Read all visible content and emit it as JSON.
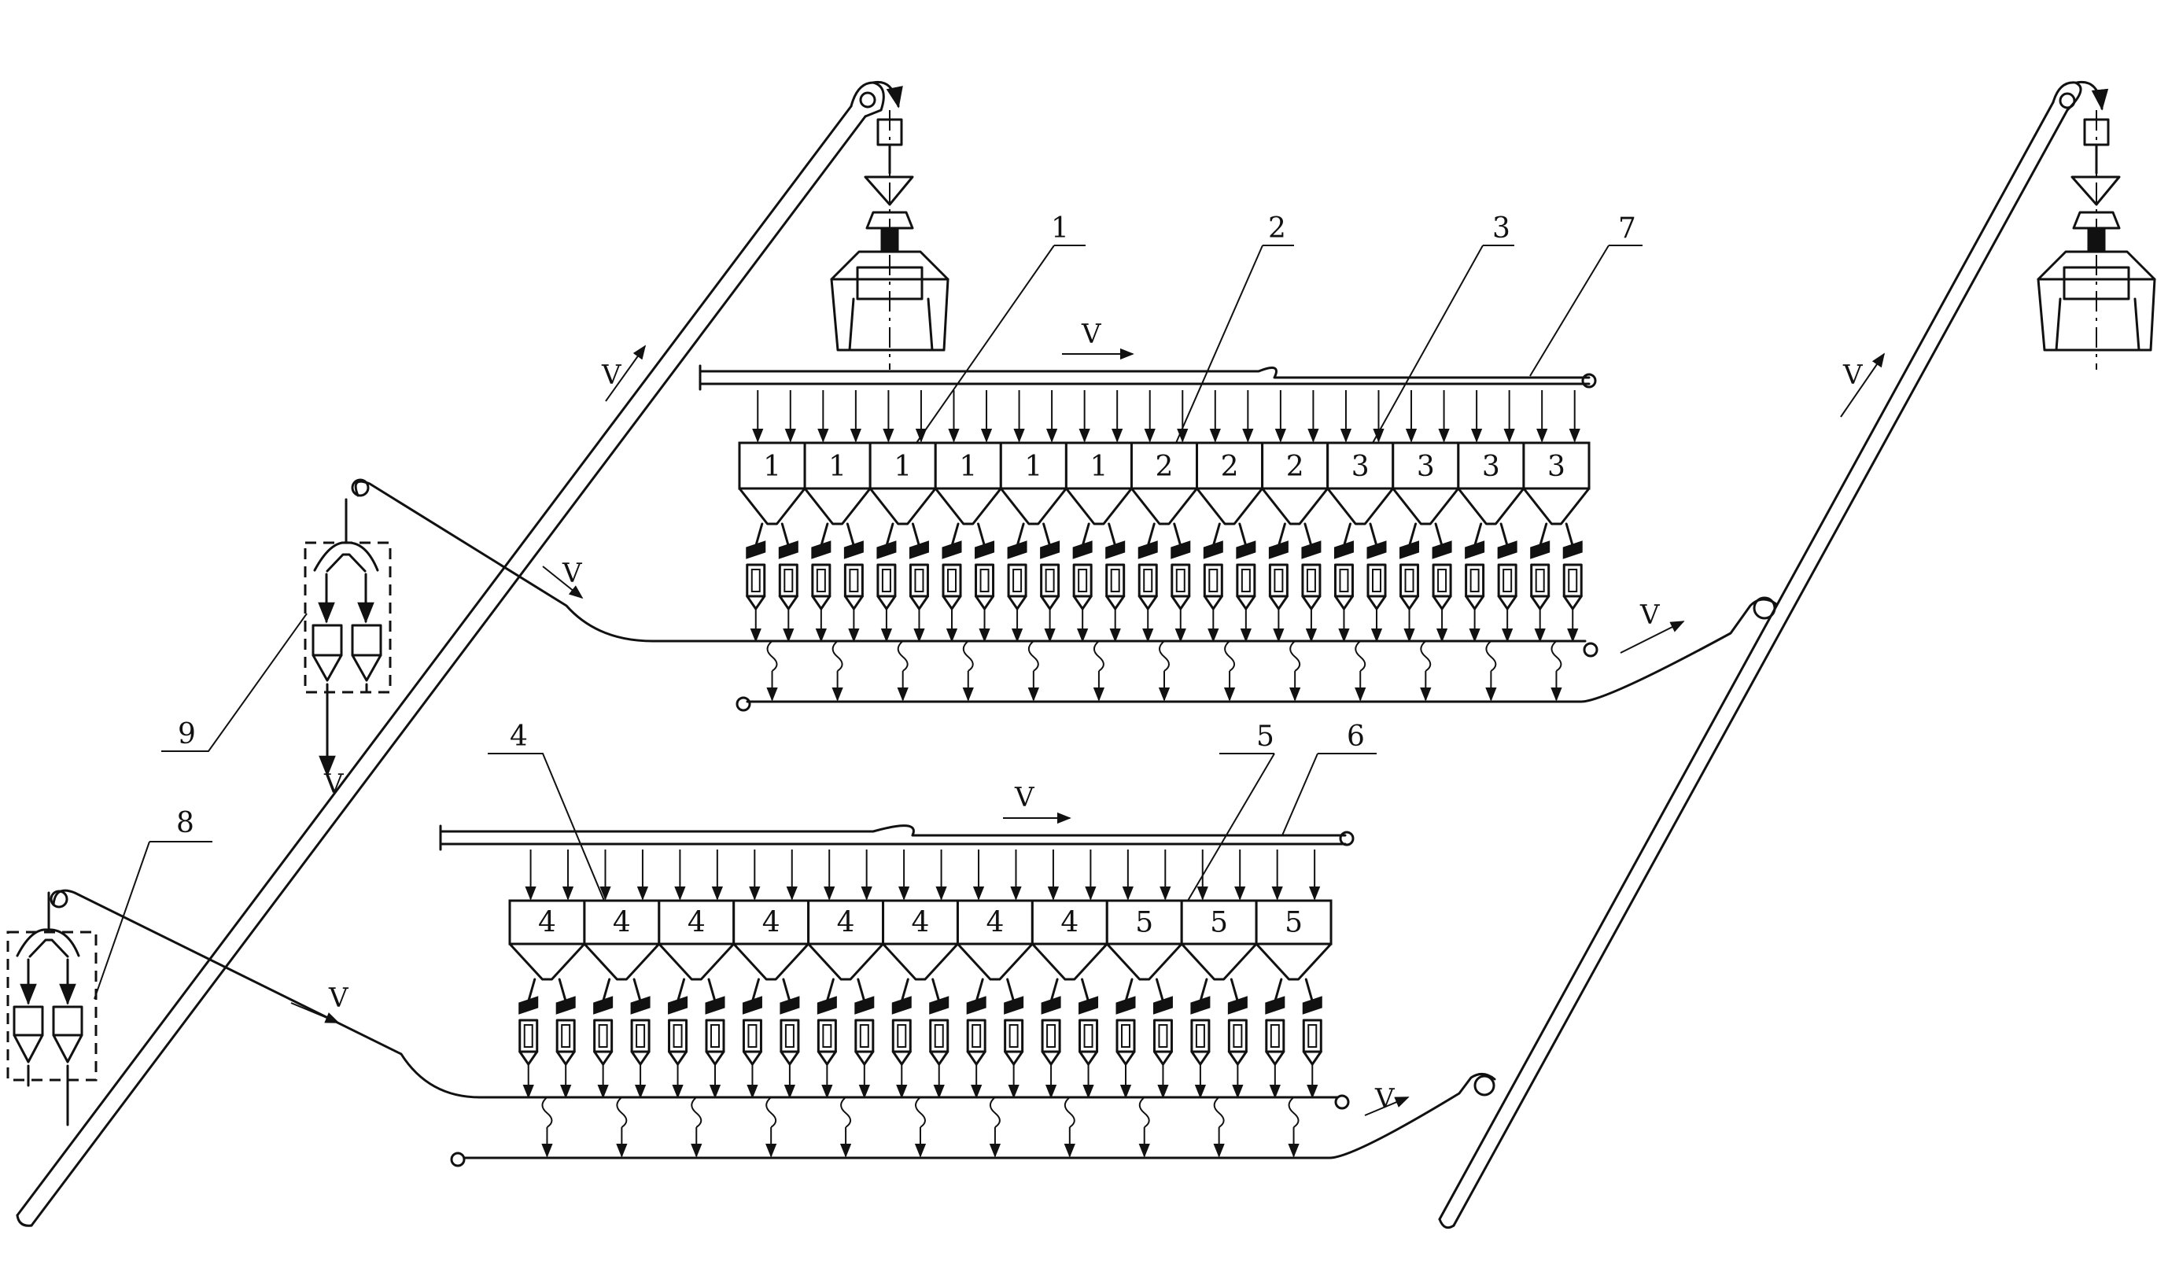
{
  "flow_label": "V",
  "upper_line": {
    "bin_labels": [
      "1",
      "1",
      "1",
      "1",
      "1",
      "1",
      "2",
      "2",
      "2",
      "3",
      "3",
      "3",
      "3"
    ],
    "feeder_count": 26
  },
  "lower_line": {
    "bin_labels": [
      "4",
      "4",
      "4",
      "4",
      "4",
      "4",
      "4",
      "4",
      "5",
      "5",
      "5"
    ],
    "feeder_count": 22
  },
  "callouts": [
    {
      "id": "callout-1",
      "text": "1"
    },
    {
      "id": "callout-2",
      "text": "2"
    },
    {
      "id": "callout-3",
      "text": "3"
    },
    {
      "id": "callout-7",
      "text": "7"
    },
    {
      "id": "callout-4",
      "text": "4"
    },
    {
      "id": "callout-5",
      "text": "5"
    },
    {
      "id": "callout-6",
      "text": "6"
    },
    {
      "id": "callout-8",
      "text": "8"
    },
    {
      "id": "callout-9",
      "text": "9"
    }
  ]
}
